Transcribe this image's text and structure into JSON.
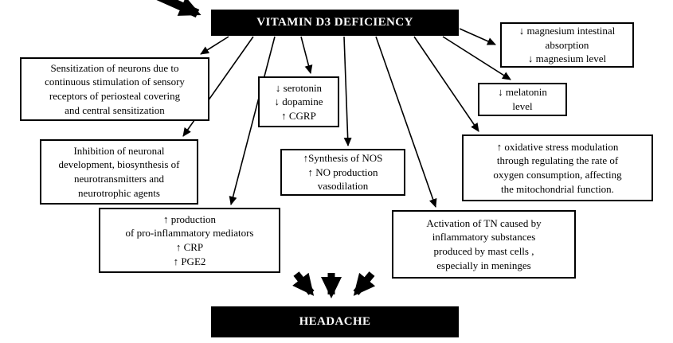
{
  "diagram": {
    "title": "VITAMIN D3 DEFICIENCY",
    "outcome": "HEADACHE",
    "nodes": {
      "sensitization": "Sensitization of neurons due to\ncontinuous stimulation of sensory\nreceptors of periosteal covering\nand central sensitization",
      "serotonin": "↓ serotonin\n↓ dopamine\n↑ CGRP",
      "magnesium": "↓ magnesium intestinal\nabsorption\n↓ magnesium level",
      "melatonin": "↓ melatonin\nlevel",
      "inhibition": "Inhibition of neuronal\ndevelopment, biosynthesis of\nneurotransmitters and\nneurotrophic agents",
      "nos": "↑Synthesis of NOS\n↑ NO production\nvasodilation",
      "oxidative": "↑ oxidative stress modulation\nthrough regulating the rate of\noxygen consumption, affecting\nthe mitochondrial function.",
      "proinflammatory": "↑ production\nof pro-inflammatory mediators\n↑ CRP\n↑ PGE2",
      "tn": "Activation of TN caused by\ninflammatory substances\nproduced by mast cells ,\nespecially in meninges"
    },
    "colors": {
      "box_fill": "#000000",
      "box_text": "#ffffff",
      "node_border": "#000000",
      "background": "#ffffff"
    }
  }
}
